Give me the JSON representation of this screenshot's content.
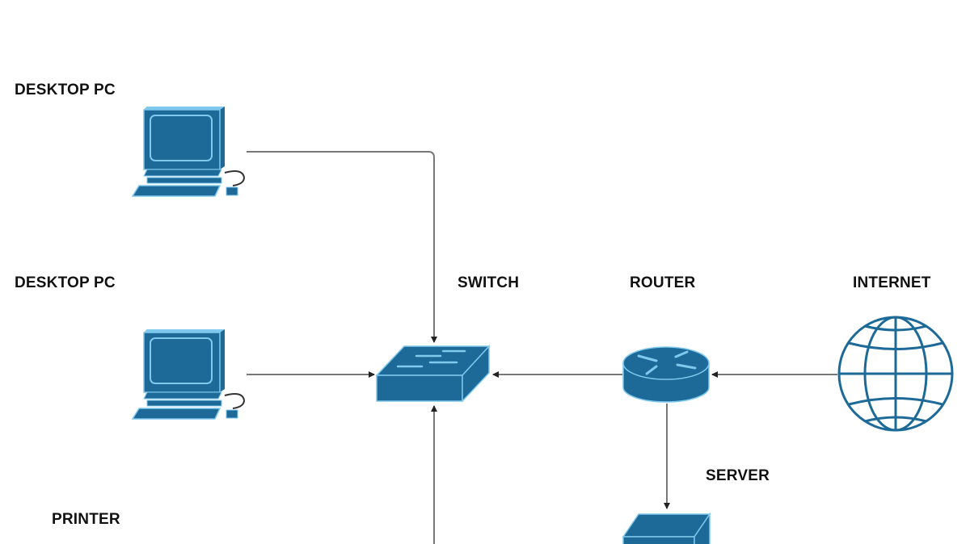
{
  "diagram": {
    "title": "Network Diagram",
    "colors": {
      "device_fill": "#1d6a98",
      "device_highlight": "#7fc8ee",
      "connector": "#777777",
      "arrowhead": "#222222",
      "label": "#111111",
      "background": "#ffffff"
    },
    "nodes": [
      {
        "id": "desktop1",
        "label": "DESKTOP PC",
        "type": "desktop-pc"
      },
      {
        "id": "desktop2",
        "label": "DESKTOP PC",
        "type": "desktop-pc"
      },
      {
        "id": "printer",
        "label": "PRINTER",
        "type": "printer"
      },
      {
        "id": "switch",
        "label": "SWITCH",
        "type": "switch"
      },
      {
        "id": "router",
        "label": "ROUTER",
        "type": "router"
      },
      {
        "id": "internet",
        "label": "INTERNET",
        "type": "globe"
      },
      {
        "id": "server",
        "label": "SERVER",
        "type": "server"
      }
    ],
    "edges": [
      {
        "from": "desktop1",
        "to": "switch"
      },
      {
        "from": "desktop2",
        "to": "switch"
      },
      {
        "from": "printer",
        "to": "switch"
      },
      {
        "from": "router",
        "to": "switch"
      },
      {
        "from": "internet",
        "to": "router"
      },
      {
        "from": "router",
        "to": "server"
      }
    ]
  }
}
